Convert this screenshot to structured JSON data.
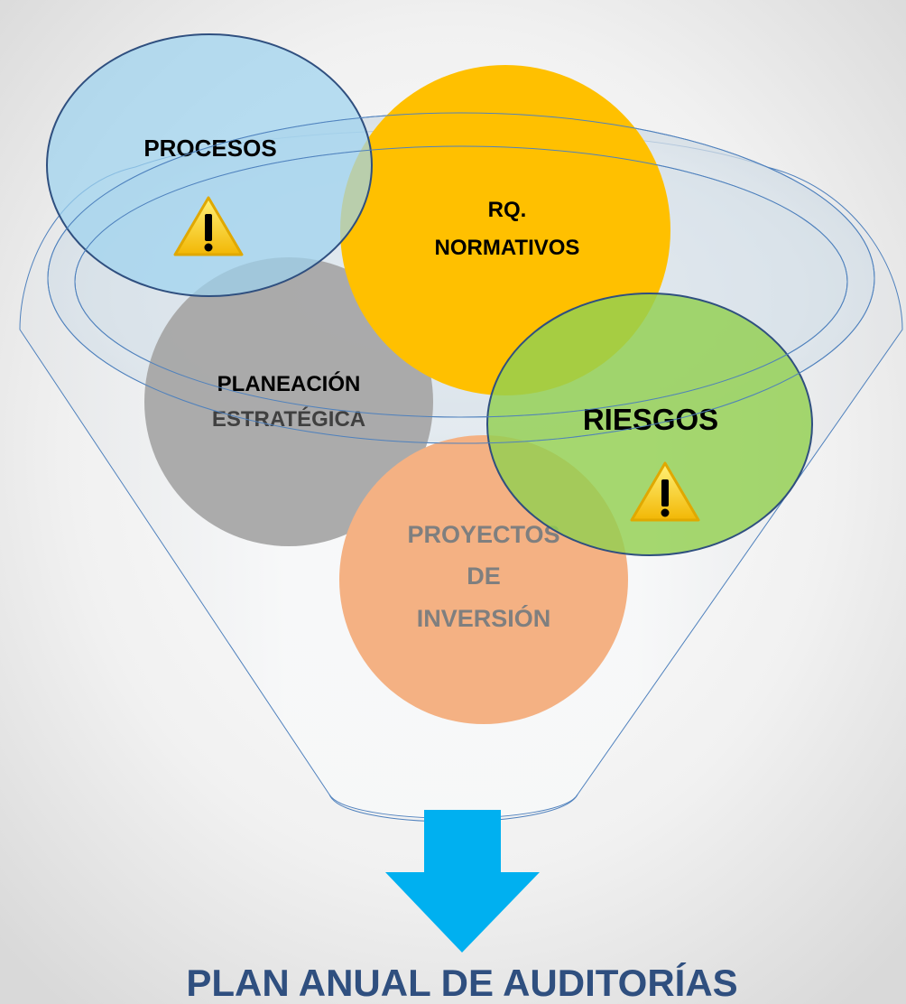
{
  "diagram": {
    "inputs": {
      "procesos": {
        "label": "PROCESOS",
        "color": "#9ED3EE",
        "warning_icon": "warning-icon"
      },
      "rq_normativos": {
        "label_line1": "RQ.",
        "label_line2": "NORMATIVOS",
        "color": "#FFC000"
      },
      "planeacion": {
        "label_line1": "PLANEACIÓN",
        "label_line2": "ESTRATÉGICA",
        "color": "#A6A6A6"
      },
      "riesgos": {
        "label": "RIESGOS",
        "color": "#92D050",
        "warning_icon": "warning-icon"
      },
      "proyectos": {
        "label_line1": "PROYECTOS",
        "label_line2": "DE",
        "label_line3": "INVERSIÓN",
        "color": "#F4B183"
      }
    },
    "funnel": {
      "icon": "funnel-icon",
      "color": "#E8EEF3"
    },
    "arrow": {
      "icon": "arrow-down-icon",
      "color": "#00B0F0"
    },
    "result": {
      "title": "PLAN ANUAL DE AUDITORÍAS",
      "color": "#2F4F7F"
    }
  }
}
